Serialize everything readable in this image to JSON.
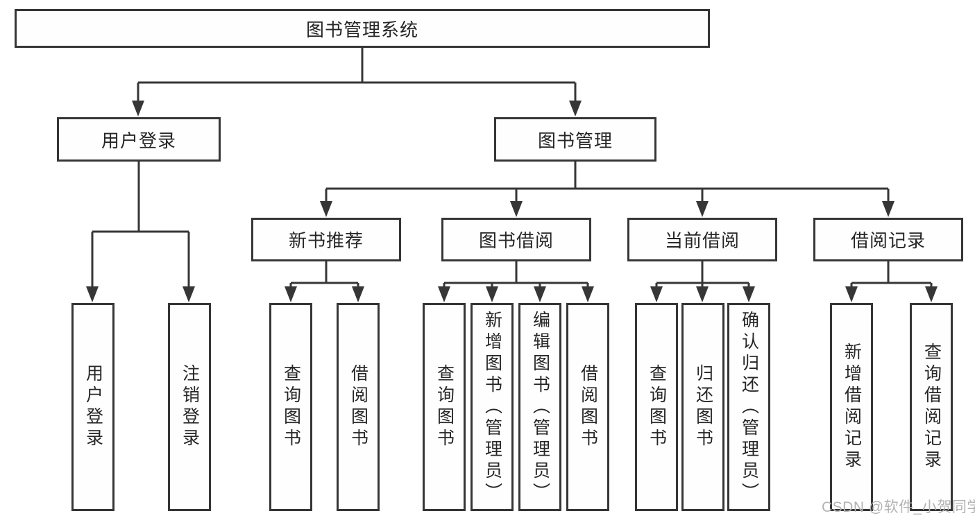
{
  "tree": {
    "label": "图书管理系统",
    "children": [
      {
        "label": "用户登录",
        "children": [
          {
            "label": "用户登录"
          },
          {
            "label": "注销登录"
          }
        ]
      },
      {
        "label": "图书管理",
        "children": [
          {
            "label": "新书推荐",
            "children": [
              {
                "label": "查询图书"
              },
              {
                "label": "借阅图书"
              }
            ]
          },
          {
            "label": "图书借阅",
            "children": [
              {
                "label": "查询图书"
              },
              {
                "label": "新增图书（管理员）"
              },
              {
                "label": "编辑图书（管理员）"
              },
              {
                "label": "借阅图书"
              }
            ]
          },
          {
            "label": "当前借阅",
            "children": [
              {
                "label": "查询图书"
              },
              {
                "label": "归还图书"
              },
              {
                "label": "确认归还（管理员）"
              }
            ]
          },
          {
            "label": "借阅记录",
            "children": [
              {
                "label": "新增借阅记录"
              },
              {
                "label": "查询借阅记录"
              }
            ]
          }
        ]
      }
    ]
  },
  "watermark": {
    "text": "CSDN @软件_小贺同学"
  },
  "colors": {
    "line": "#363636",
    "box_border": "#363636",
    "box_fill": "#ffffff",
    "text": "#262626",
    "watermark": "#b3b3b3",
    "background": "#ffffff"
  }
}
